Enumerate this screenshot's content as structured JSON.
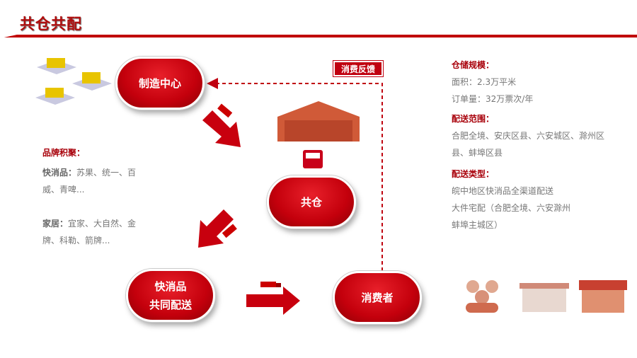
{
  "title": "共仓共配",
  "nodes": {
    "manufacturing": "制造中心",
    "warehouse": "共仓",
    "delivery_line1": "快消品",
    "delivery_line2": "共同配送",
    "consumer": "消费者"
  },
  "feedback_label": "消费反馈",
  "brands": {
    "heading": "品牌积聚：",
    "fmcg_label": "快消品：",
    "fmcg_line1": "苏果、统一、百",
    "fmcg_line2": "威、青啤...",
    "home_label": "家居：",
    "home_line1": "宜家、大自然、金",
    "home_line2": "牌、科勒、箭牌..."
  },
  "info": {
    "scale_heading": "仓储规模：",
    "area": "面积：2.3万平米",
    "orders": "订单量：32万票次/年",
    "range_heading": "配送范围：",
    "range_line1": "合肥全境、安庆区县、六安城区、滁州区",
    "range_line2": "县、蚌埠区县",
    "type_heading": "配送类型：",
    "type_line1": "皖中地区快消品全渠道配送",
    "type_line2": "大件宅配（合肥全境、六安滁州",
    "type_line3": "蚌埠主城区）"
  },
  "colors": {
    "accent": "#c00000"
  }
}
